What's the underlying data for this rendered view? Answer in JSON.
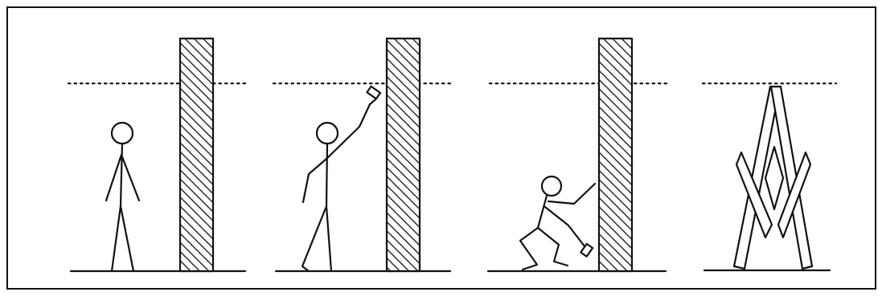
{
  "figure": {
    "frame_color": "#111111",
    "ink_color": "#111111",
    "background_color": "#ffffff",
    "panels": [
      {
        "id": "panel-1",
        "description_icon": "standing-figure-icon",
        "reference_line": "dotted",
        "wall": "hatched-pillar"
      },
      {
        "id": "panel-2",
        "description_icon": "figure-hammering-high-icon",
        "reference_line": "dotted",
        "wall": "hatched-pillar"
      },
      {
        "id": "panel-3",
        "description_icon": "figure-crouching-low-icon",
        "reference_line": "dotted",
        "wall": "hatched-pillar"
      },
      {
        "id": "panel-4",
        "description_icon": "a-frame-structure-icon",
        "reference_line": "dotted",
        "wall": "none"
      }
    ]
  }
}
